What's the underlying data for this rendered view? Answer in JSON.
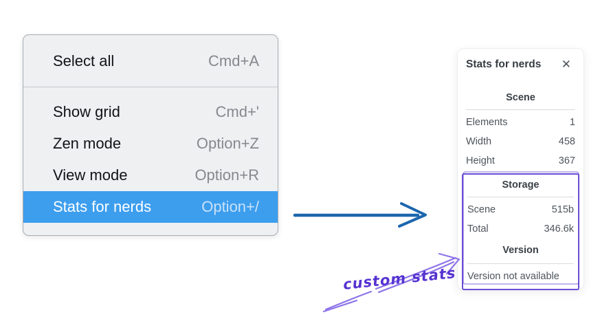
{
  "menu": {
    "items": [
      {
        "label": "Select all",
        "shortcut": "Cmd+A"
      },
      {
        "label": "Show grid",
        "shortcut": "Cmd+'"
      },
      {
        "label": "Zen mode",
        "shortcut": "Option+Z"
      },
      {
        "label": "View mode",
        "shortcut": "Option+R"
      },
      {
        "label": "Stats for nerds",
        "shortcut": "Option+/"
      }
    ],
    "selected_item": "Stats for nerds"
  },
  "stats_panel": {
    "title": "Stats for nerds",
    "close_glyph": "✕",
    "sections": [
      {
        "heading": "Scene",
        "rows": [
          {
            "label": "Elements",
            "value": "1"
          },
          {
            "label": "Width",
            "value": "458"
          },
          {
            "label": "Height",
            "value": "367"
          }
        ]
      },
      {
        "heading": "Storage",
        "rows": [
          {
            "label": "Scene",
            "value": "515b"
          },
          {
            "label": "Total",
            "value": "346.6k"
          }
        ]
      },
      {
        "heading": "Version",
        "note": "Version not available"
      }
    ]
  },
  "annotation": {
    "label": "custom stats"
  },
  "colors": {
    "menu_highlight": "#3d9eee",
    "blue_arrow": "#1c66ae",
    "annotation_text_purple": "#5633d1",
    "annotation_box_purple": "#6a4cd6",
    "annotation_arrow_purple": "#8d74e8"
  }
}
